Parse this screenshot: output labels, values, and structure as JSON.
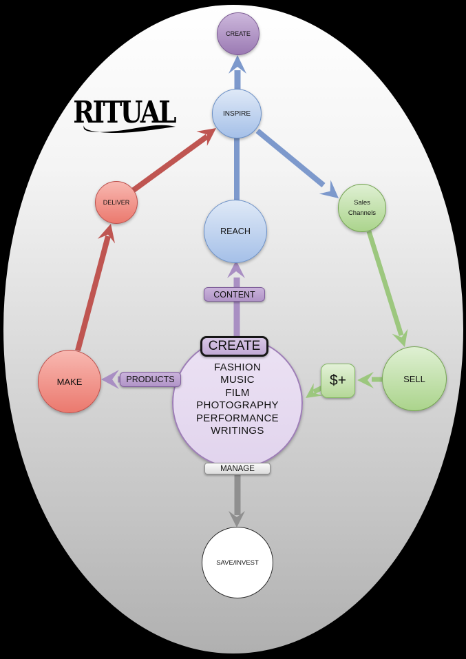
{
  "logo": {
    "text": "RITUAL"
  },
  "nodes": {
    "create_top": {
      "label": "CREATE",
      "color": "#9b7ab3"
    },
    "inspire": {
      "label": "INSPIRE",
      "color": "#a5c0e8"
    },
    "reach": {
      "label": "REACH",
      "color": "#a5c0e8"
    },
    "deliver": {
      "label": "DELIVER",
      "color": "#eb796e"
    },
    "sales_channels": {
      "label": "Sales Channels",
      "color": "#abd48c"
    },
    "make": {
      "label": "MAKE",
      "color": "#eb796e"
    },
    "sell": {
      "label": "SELL",
      "color": "#abd48c"
    },
    "save_invest": {
      "label": "SAVE/INVEST",
      "color": "#ffffff"
    },
    "center_create": {
      "label": "CREATE",
      "items": [
        "FASHION",
        "MUSIC",
        "FILM",
        "PHOTOGRAPHY",
        "PERFORMANCE",
        "WRITINGS"
      ],
      "color": "#e8def1"
    }
  },
  "connectors": {
    "content": "CONTENT",
    "products": "PRODUCTS",
    "manage": "MANAGE",
    "dollar": "$+"
  },
  "colors": {
    "background": "#000000",
    "canvas_top": "#ffffff",
    "canvas_bottom": "#b0b0b0",
    "blue_arrow": "#7d99cc",
    "red_arrow": "#bf5551",
    "green_arrow": "#9cc77e",
    "purple_arrow": "#a98fc3",
    "gray_arrow": "#8f8f8f"
  }
}
